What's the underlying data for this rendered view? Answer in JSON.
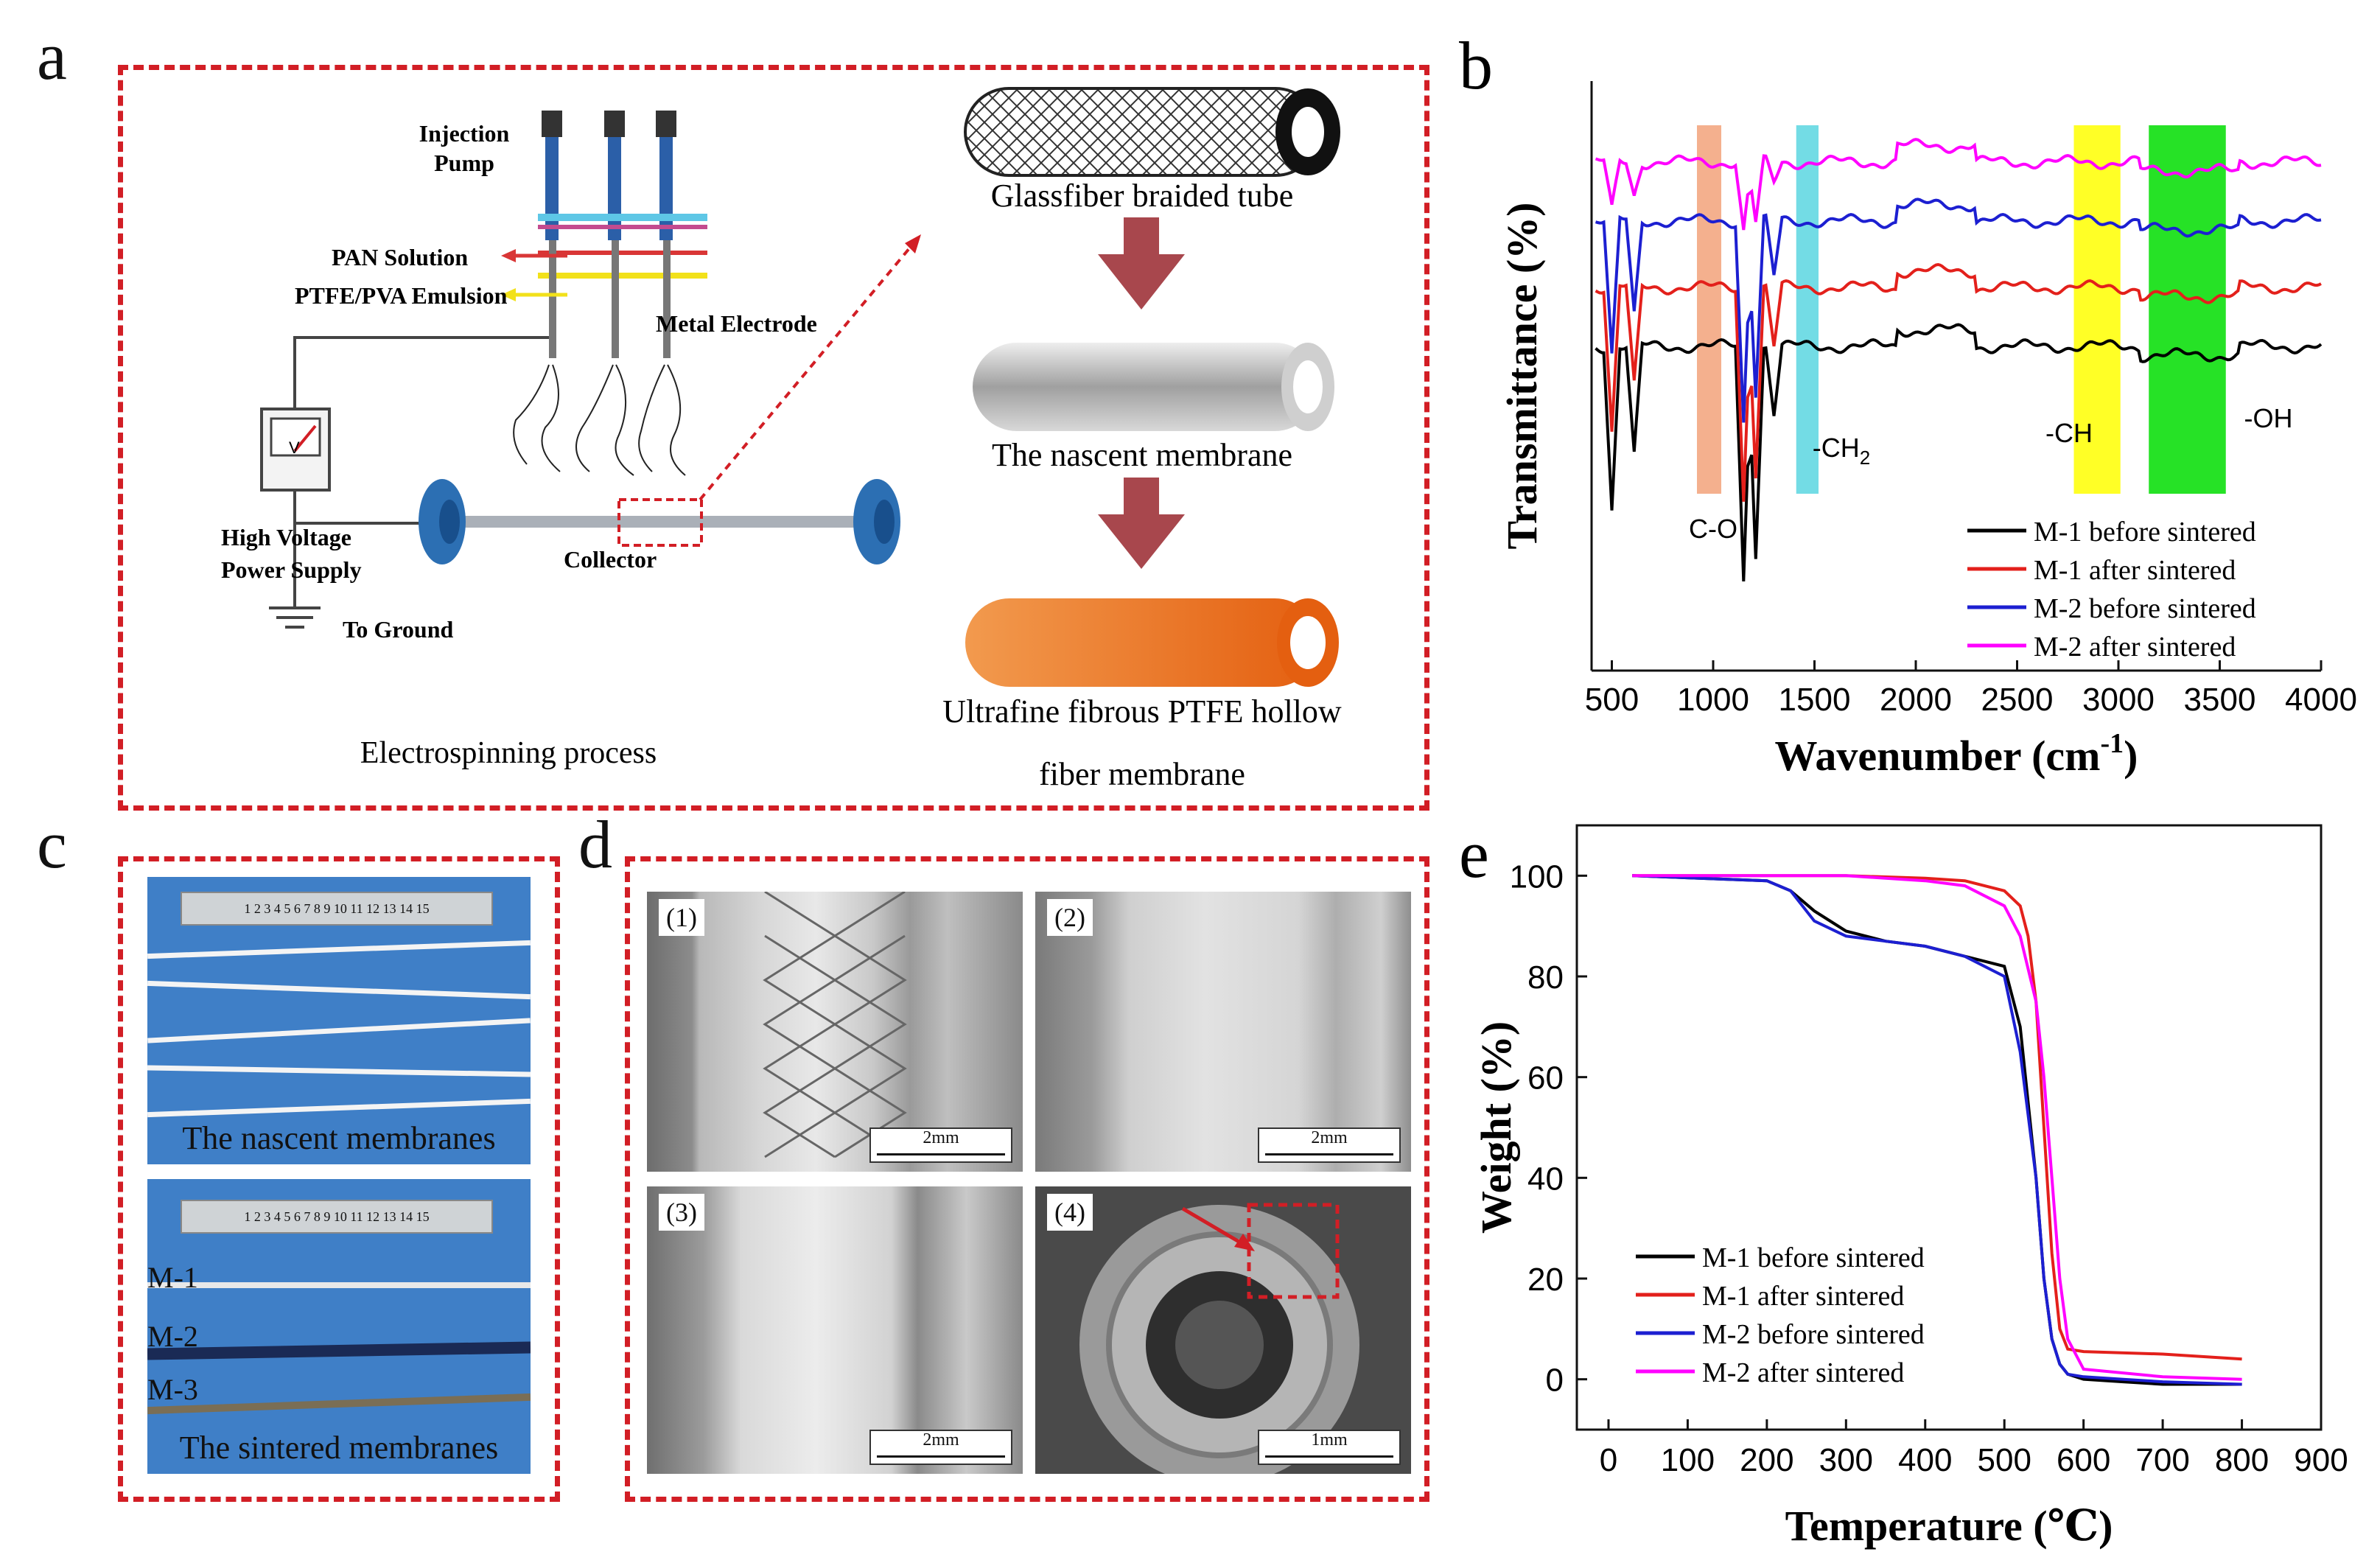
{
  "panels": {
    "a": {
      "letter": "a",
      "labels": {
        "injection_pump": "Injection Pump",
        "injection": "Injection",
        "pump": "Pump",
        "pan_solution": "PAN Solution",
        "ptfe_pva": "PTFE/PVA Emulsion",
        "metal_electrode": "Metal Electrode",
        "high_voltage": "High Voltage",
        "power_supply": "Power Supply",
        "collector": "Collector",
        "to_ground": "To Ground",
        "electrospinning": "Electrospinning process",
        "voltmeter_v": "V"
      },
      "flow": {
        "step1": "Glassfiber braided tube",
        "step2": "The nascent membrane",
        "step3_line1": "Ultrafine fibrous PTFE hollow",
        "step3_line2": "fiber membrane"
      },
      "colors": {
        "tube1": "#222222",
        "tube2": "#bdbdbd",
        "tube3": "#ef7d2a",
        "arrow": "#a8474d"
      }
    },
    "c": {
      "letter": "c",
      "top_caption": "The nascent membranes",
      "bottom_caption": "The sintered membranes",
      "samples": [
        "M-1",
        "M-2",
        "M-3"
      ],
      "ruler_text": "1  2  3  4  5  6  7  8  9  10  11  12  13  14  15"
    },
    "d": {
      "letter": "d",
      "images": [
        {
          "tag": "(1)",
          "scale": "2mm"
        },
        {
          "tag": "(2)",
          "scale": "2mm"
        },
        {
          "tag": "(3)",
          "scale": "2mm"
        },
        {
          "tag": "(4)",
          "scale": "1mm"
        }
      ]
    }
  },
  "chart_data": [
    {
      "panel": "b",
      "type": "line",
      "xlabel": "Wavenumber (cm",
      "xlabel_sup": "-1",
      "xlabel_end": ")",
      "ylabel": "Transmittance (%)",
      "xlim": [
        400,
        4000
      ],
      "xticks": [
        "500",
        "1000",
        "1500",
        "2000",
        "2500",
        "3000",
        "3500",
        "4000"
      ],
      "legend": [
        "M-1 before sintered",
        "M-1 after sintered",
        "M-2 before sintered",
        "M-2 after sintered"
      ],
      "colors": [
        "#000000",
        "#e3201b",
        "#1c1fd1",
        "#ff00ff"
      ],
      "bands": [
        {
          "x0": 920,
          "x1": 1040,
          "color": "#f2a27a",
          "label": "C-O"
        },
        {
          "x0": 1410,
          "x1": 1520,
          "color": "#5ad6e0",
          "label": "-CH",
          "sub": "2"
        },
        {
          "x0": 2780,
          "x1": 3010,
          "color": "#ffff00",
          "label": "-CH"
        },
        {
          "x0": 3150,
          "x1": 3530,
          "color": "#00dd00",
          "label": "-OH"
        }
      ],
      "series": [
        {
          "name": "M-1 before sintered",
          "baseline": 0.62,
          "peak": 1.0
        },
        {
          "name": "M-1 after sintered",
          "baseline": 0.46,
          "peak": 0.9
        },
        {
          "name": "M-2 before sintered",
          "baseline": 0.28,
          "peak": 0.85
        },
        {
          "name": "M-2 after sintered",
          "baseline": 0.1,
          "peak": 0.3
        }
      ]
    },
    {
      "panel": "e",
      "type": "line",
      "xlabel": "Temperature (℃)",
      "ylabel": "Weight (%)",
      "xlim": [
        -40,
        900
      ],
      "ylim": [
        -10,
        110
      ],
      "xticks": [
        "0",
        "100",
        "200",
        "300",
        "400",
        "500",
        "600",
        "700",
        "800",
        "900"
      ],
      "yticks": [
        "0",
        "20",
        "40",
        "60",
        "80",
        "100"
      ],
      "legend": [
        "M-1 before sintered",
        "M-1 after sintered",
        "M-2 before sintered",
        "M-2 after sintered"
      ],
      "colors": [
        "#000000",
        "#e3201b",
        "#1c1fd1",
        "#ff00ff"
      ],
      "series": [
        {
          "name": "M-1 before sintered",
          "x": [
            30,
            200,
            230,
            260,
            300,
            350,
            400,
            450,
            500,
            520,
            540,
            550,
            560,
            570,
            580,
            600,
            650,
            700,
            800
          ],
          "y": [
            100,
            99,
            97,
            93,
            89,
            87,
            86,
            84,
            82,
            70,
            40,
            20,
            8,
            3,
            1,
            0,
            -0.5,
            -1,
            -1
          ]
        },
        {
          "name": "M-1 after sintered",
          "x": [
            30,
            200,
            300,
            400,
            450,
            500,
            520,
            530,
            540,
            550,
            560,
            570,
            580,
            600,
            700,
            800
          ],
          "y": [
            100,
            100,
            100,
            99.5,
            99,
            97,
            94,
            88,
            75,
            50,
            25,
            10,
            6,
            5.5,
            5,
            4
          ]
        },
        {
          "name": "M-2 before sintered",
          "x": [
            30,
            200,
            230,
            260,
            300,
            350,
            400,
            450,
            500,
            520,
            540,
            550,
            560,
            570,
            580,
            600,
            650,
            700,
            800
          ],
          "y": [
            100,
            99,
            97,
            91,
            88,
            87,
            86,
            84,
            80,
            65,
            40,
            20,
            8,
            3,
            1,
            0.5,
            0,
            -0.5,
            -1
          ]
        },
        {
          "name": "M-2 after sintered",
          "x": [
            30,
            200,
            300,
            400,
            450,
            500,
            520,
            540,
            550,
            560,
            570,
            580,
            600,
            700,
            800
          ],
          "y": [
            100,
            100,
            100,
            99,
            98,
            94,
            88,
            75,
            60,
            40,
            20,
            8,
            2,
            0.5,
            0
          ]
        }
      ]
    }
  ]
}
